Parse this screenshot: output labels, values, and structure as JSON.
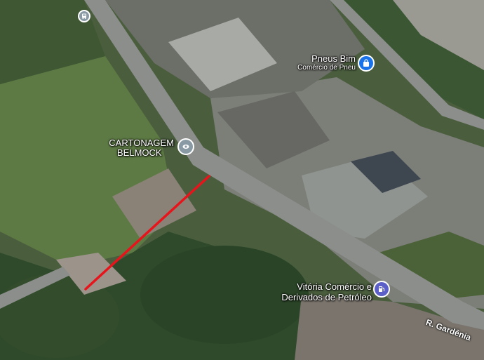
{
  "map": {
    "type": "satellite",
    "colors": {
      "route_line": "#e8141c",
      "shopping_pin": "#1a73e8",
      "gas_pin": "#5b5fc7",
      "generic_pin": "#8a9aa5"
    }
  },
  "places": {
    "pneus_bim": {
      "name": "Pneus Bim",
      "category": "Comércio de Pneu",
      "icon": "shopping-bag-icon"
    },
    "cartonagem": {
      "name_line1": "CARTONAGEM",
      "name_line2": "BELMOCK",
      "icon": "place-pin-icon"
    },
    "vitoria": {
      "name_line1": "Vitória Comércio e",
      "name_line2": "Derivados de Petróleo",
      "icon": "gas-station-icon"
    }
  },
  "roads": {
    "gardenia": "R. Gardênia"
  }
}
